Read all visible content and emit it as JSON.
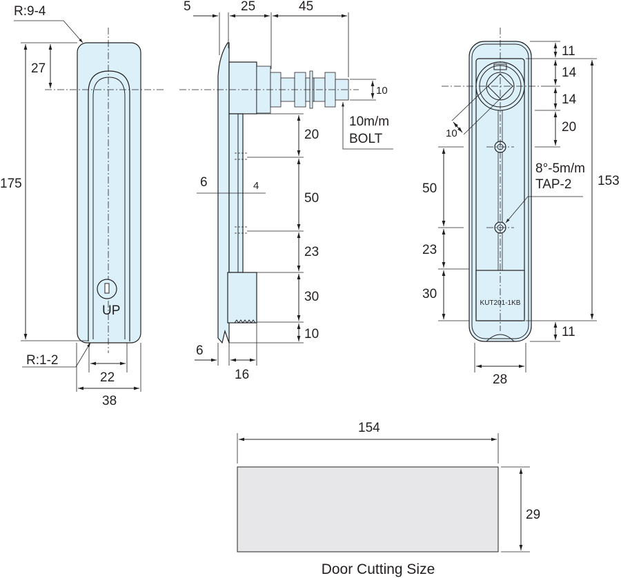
{
  "colors": {
    "part_fill": "#dcf0fa",
    "cutout_fill": "#e7e7e9",
    "line": "#231f20"
  },
  "front_view": {
    "radius_top": "R:9-4",
    "radius_bottom": "R:1-2",
    "height": "175",
    "top_to_center": "27",
    "inner_width": "22",
    "overall_width": "38",
    "lock_label": "UP"
  },
  "side_view": {
    "dim_plate": "5",
    "dim_body": "25",
    "dim_shaft": "45",
    "dim_bolt_dia": "10",
    "bolt_label_1": "10m/m",
    "bolt_label_2": "BOLT",
    "dim_a": "20",
    "dim_b": "50",
    "dim_c": "23",
    "dim_d": "30",
    "dim_e": "10",
    "dim_6_top": "6",
    "dim_4": "4",
    "dim_6_bottom": "6",
    "dim_16": "16"
  },
  "back_view": {
    "dim_top_11": "11",
    "dim_14a": "14",
    "dim_14b": "14",
    "dim_20": "20",
    "dim_153": "153",
    "dim_50": "50",
    "dim_23": "23",
    "dim_30": "30",
    "dim_bottom_11": "11",
    "dim_28": "28",
    "dim_square": "10",
    "tap_label_1": "8°-5m/m",
    "tap_label_2": "TAP-2",
    "model_label": "KUT201-1KB"
  },
  "cutout": {
    "width": "154",
    "height": "29",
    "caption": "Door Cutting Size"
  }
}
